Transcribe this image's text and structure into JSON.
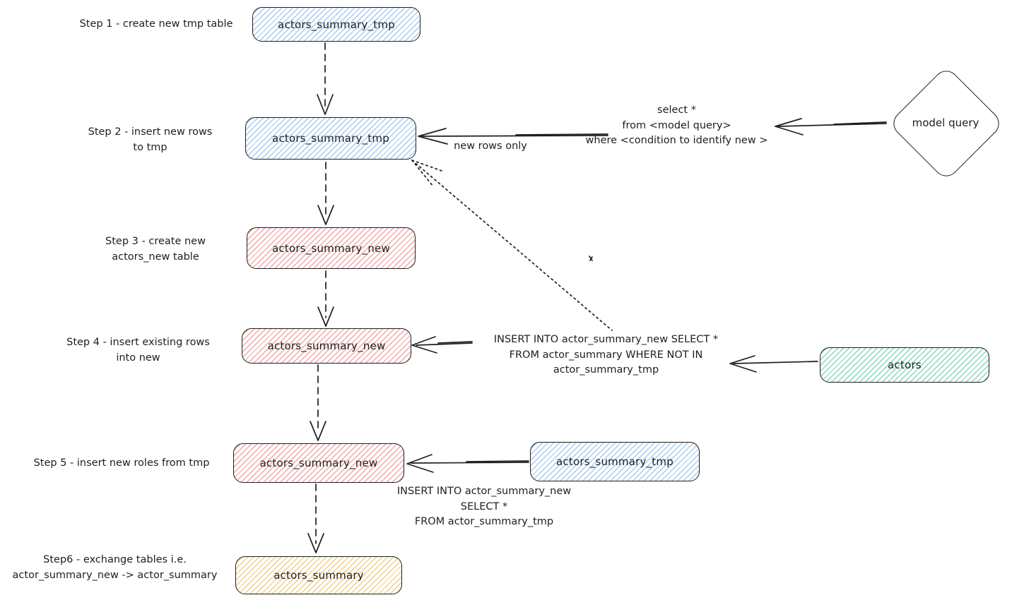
{
  "palette": {
    "stroke": "#1e1e1e",
    "blue_hatch": "#a5cbf1",
    "red_hatch": "#f3a6a5",
    "green_hatch": "#86d8ba",
    "yellow_hatch": "#f2cf86"
  },
  "steps": [
    {
      "label": "Step 1 - create new tmp table",
      "node": "actors_summary_tmp"
    },
    {
      "label": "Step 2 - insert new rows\nto tmp",
      "node": "actors_summary_tmp"
    },
    {
      "label": "Step 3 - create new\nactors_new table",
      "node": "actors_summary_new"
    },
    {
      "label": "Step 4 - insert existing rows\ninto new",
      "node": "actors_summary_new"
    },
    {
      "label": "Step 5 - insert new roles from tmp",
      "node": "actors_summary_new"
    },
    {
      "label": "Step6 - exchange tables i.e.\nactor_summary_new -> actor_summary",
      "node": "actors_summary"
    }
  ],
  "side_nodes": {
    "model_query": "model query",
    "actors": "actors",
    "tmp_source": "actors_summary_tmp"
  },
  "annotations": {
    "new_rows_only": "new rows only",
    "select_query": "select *\nfrom <model query>\nwhere <condition to identify new >",
    "insert_existing_query": "INSERT INTO actor_summary_new SELECT *\nFROM actor_summary WHERE NOT IN\nactor_summary_tmp",
    "insert_from_tmp_query": "INSERT INTO actor_summary_new\nSELECT *\nFROM actor_summary_tmp"
  }
}
